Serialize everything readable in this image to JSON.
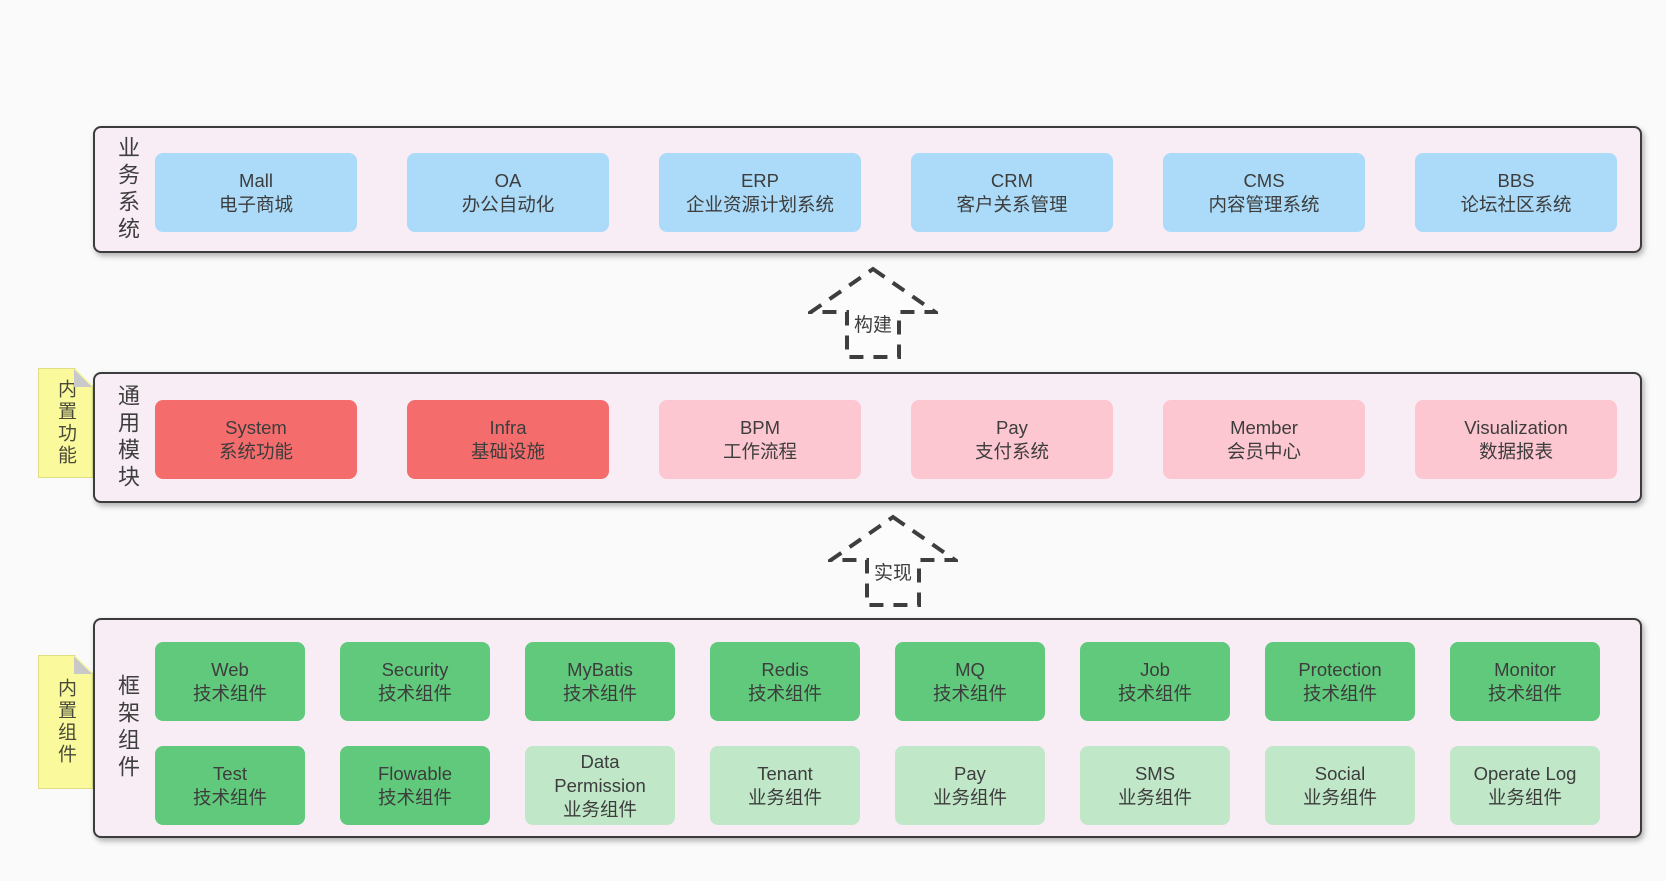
{
  "diagram": {
    "background": "#fafafa",
    "text_color": "#3e3e3e",
    "colors": {
      "layer_background": "#f8edf5",
      "layer_border": "#3c3c3c",
      "blue_box": "#abdbf8",
      "red_box": "#f56c6c",
      "pink_box": "#fdc7d1",
      "green_box": "#60c97b",
      "light_green_box": "#c0e7c8",
      "tag_yellow": "#fafa9d",
      "tag_fold_gray": "#c9c9c9"
    }
  },
  "arrows": {
    "build": {
      "label": "构建"
    },
    "implement": {
      "label": "实现"
    }
  },
  "layers": {
    "business": {
      "label": "业务系统",
      "boxes": [
        {
          "title": "Mall",
          "subtitle": "电子商城"
        },
        {
          "title": "OA",
          "subtitle": "办公自动化"
        },
        {
          "title": "ERP",
          "subtitle": "企业资源计划系统"
        },
        {
          "title": "CRM",
          "subtitle": "客户关系管理"
        },
        {
          "title": "CMS",
          "subtitle": "内容管理系统"
        },
        {
          "title": "BBS",
          "subtitle": "论坛社区系统"
        }
      ]
    },
    "modules": {
      "label": "通用模块",
      "tag": "内置功能",
      "boxes": [
        {
          "title": "System",
          "subtitle": "系统功能",
          "variant": "red"
        },
        {
          "title": "Infra",
          "subtitle": "基础设施",
          "variant": "red"
        },
        {
          "title": "BPM",
          "subtitle": "工作流程",
          "variant": "pink"
        },
        {
          "title": "Pay",
          "subtitle": "支付系统",
          "variant": "pink"
        },
        {
          "title": "Member",
          "subtitle": "会员中心",
          "variant": "pink"
        },
        {
          "title": "Visualization",
          "subtitle": "数据报表",
          "variant": "pink"
        }
      ]
    },
    "components": {
      "label": "框架组件",
      "tag": "内置组件",
      "row1": [
        {
          "title": "Web",
          "subtitle": "技术组件",
          "variant": "green"
        },
        {
          "title": "Security",
          "subtitle": "技术组件",
          "variant": "green"
        },
        {
          "title": "MyBatis",
          "subtitle": "技术组件",
          "variant": "green"
        },
        {
          "title": "Redis",
          "subtitle": "技术组件",
          "variant": "green"
        },
        {
          "title": "MQ",
          "subtitle": "技术组件",
          "variant": "green"
        },
        {
          "title": "Job",
          "subtitle": "技术组件",
          "variant": "green"
        },
        {
          "title": "Protection",
          "subtitle": "技术组件",
          "variant": "green"
        },
        {
          "title": "Monitor",
          "subtitle": "技术组件",
          "variant": "green"
        }
      ],
      "row2": [
        {
          "title": "Test",
          "subtitle": "技术组件",
          "variant": "green"
        },
        {
          "title": "Flowable",
          "subtitle": "技术组件",
          "variant": "green"
        },
        {
          "title": "Data Permission",
          "subtitle": "业务组件",
          "variant": "lightgreen"
        },
        {
          "title": "Tenant",
          "subtitle": "业务组件",
          "variant": "lightgreen"
        },
        {
          "title": "Pay",
          "subtitle": "业务组件",
          "variant": "lightgreen"
        },
        {
          "title": "SMS",
          "subtitle": "业务组件",
          "variant": "lightgreen"
        },
        {
          "title": "Social",
          "subtitle": "业务组件",
          "variant": "lightgreen"
        },
        {
          "title": "Operate Log",
          "subtitle": "业务组件",
          "variant": "lightgreen"
        }
      ]
    }
  }
}
